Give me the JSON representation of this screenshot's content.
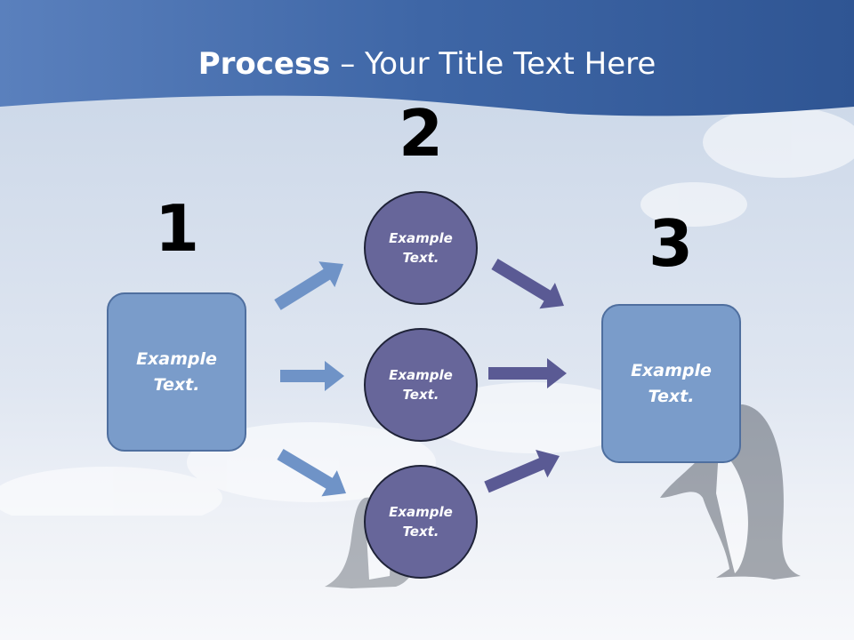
{
  "slide": {
    "title_bold": "Process",
    "title_rest": " – Your Title Text Here"
  },
  "steps": {
    "one": "1",
    "two": "2",
    "three": "3"
  },
  "start_box": {
    "line1": "Example",
    "line2": "Text."
  },
  "middle_circles": [
    {
      "line1": "Example",
      "line2": "Text."
    },
    {
      "line1": "Example",
      "line2": "Text."
    },
    {
      "line1": "Example",
      "line2": "Text."
    }
  ],
  "end_box": {
    "line1": "Example",
    "line2": "Text."
  },
  "colors": {
    "header_blue": "#3f6aab",
    "box_fill": "#7a9cca",
    "circle_fill": "#67669a",
    "arrow_light": "#6f93c7",
    "arrow_dark": "#5a5a94"
  }
}
